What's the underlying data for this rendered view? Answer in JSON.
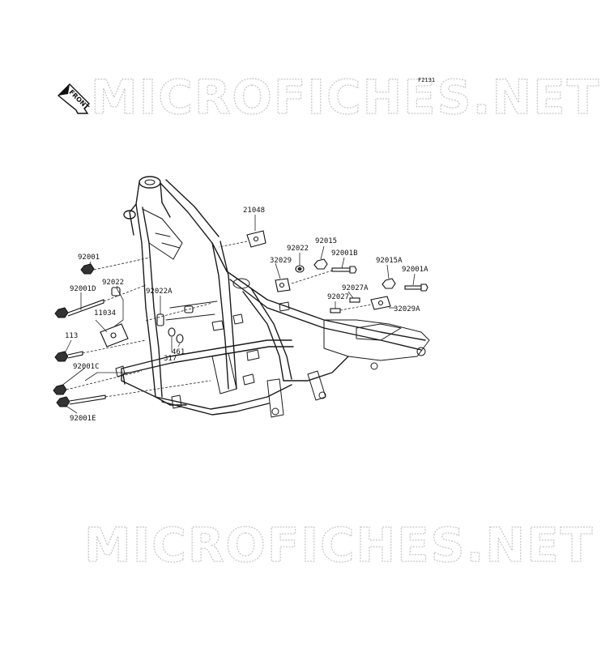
{
  "diagram": {
    "fig_code": "F2131",
    "front_label": "FRONT",
    "watermark_top": "MICROFICHES.NET",
    "watermark_bottom": "MICROFICHES.NET",
    "part_labels": {
      "p21048": "21048",
      "p92022_top": "92022",
      "p92015": "92015",
      "p32029": "32029",
      "p92001B": "92001B",
      "p92015A": "92015A",
      "p92001A": "92001A",
      "p92001": "92001",
      "p92022": "92022",
      "p92001D": "92001D",
      "p92022A": "92022A",
      "p92027A": "92027A",
      "p92027": "92027",
      "p32029A": "32029A",
      "p11034": "11034",
      "p113": "113",
      "p317": "317",
      "p461": "461",
      "p92001C": "92001C",
      "p92001E": "92001E"
    }
  }
}
